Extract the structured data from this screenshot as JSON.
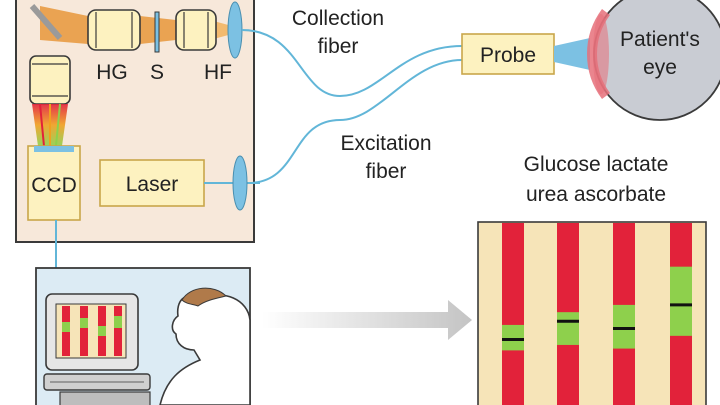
{
  "labels": {
    "hg": "HG",
    "s": "S",
    "hf": "HF",
    "ccd": "CCD",
    "laser": "Laser",
    "collection_fiber_line1": "Collection",
    "collection_fiber_line2": "fiber",
    "excitation_fiber_line1": "Excitation",
    "excitation_fiber_line2": "fiber",
    "probe": "Probe",
    "patient_eye_line1": "Patient's",
    "patient_eye_line2": "eye",
    "analytes_line1": "Glucose lactate",
    "analytes_line2": "urea ascorbate"
  },
  "colors": {
    "box_fill": "#f7e8da",
    "component_fill": "#fdf2c0",
    "component_stroke": "#c9a64a",
    "fiber": "#62b6d8",
    "lens": "#7cc1e3",
    "laser_beam": "#e8973a",
    "eye_fill": "#c9ccd3",
    "eye_rim": "#e6707a",
    "strip_bg": "#f6e4b8",
    "band_red": "#e2223a",
    "band_green": "#8ed04c",
    "arrow_grey": "#c4c4c4"
  },
  "spectrum_strips": [
    {
      "name": "glucose",
      "green_fraction": [
        0.56,
        0.7
      ],
      "marker_fraction": 0.64
    },
    {
      "name": "lactate",
      "green_fraction": [
        0.49,
        0.67
      ],
      "marker_fraction": 0.54
    },
    {
      "name": "urea",
      "green_fraction": [
        0.45,
        0.69
      ],
      "marker_fraction": 0.58
    },
    {
      "name": "ascorbate",
      "green_fraction": [
        0.24,
        0.62
      ],
      "marker_fraction": 0.45
    }
  ]
}
